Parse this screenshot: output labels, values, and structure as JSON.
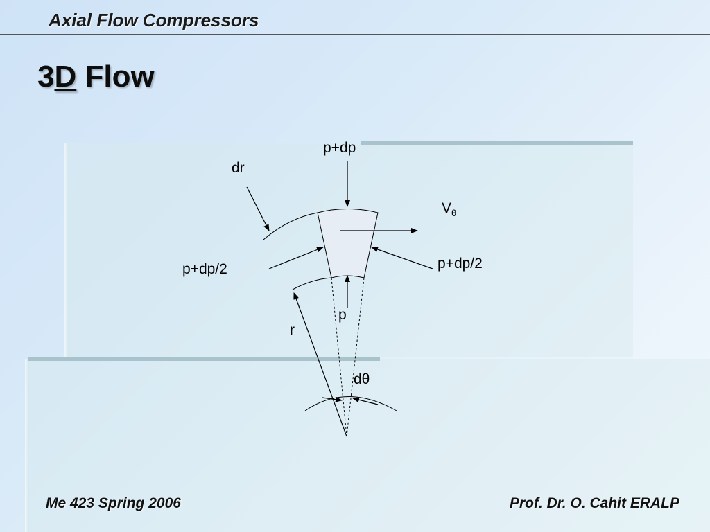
{
  "header": {
    "title": "Axial Flow Compressors"
  },
  "slide": {
    "title_prefix": "3",
    "title_underlined": "D",
    "title_suffix": " Flow"
  },
  "diagram": {
    "labels": {
      "p_plus_dp": "p+dp",
      "dr": "dr",
      "v_theta_main": "V",
      "v_theta_sub": "θ",
      "p_plus_dp_half_left": "p+dp/2",
      "p_plus_dp_half_right": "p+dp/2",
      "p": "p",
      "r": "r",
      "d_theta": "dθ"
    }
  },
  "footer": {
    "left": "Me 423 Spring 2006",
    "right": "Prof. Dr. O. Cahit ERALP"
  }
}
